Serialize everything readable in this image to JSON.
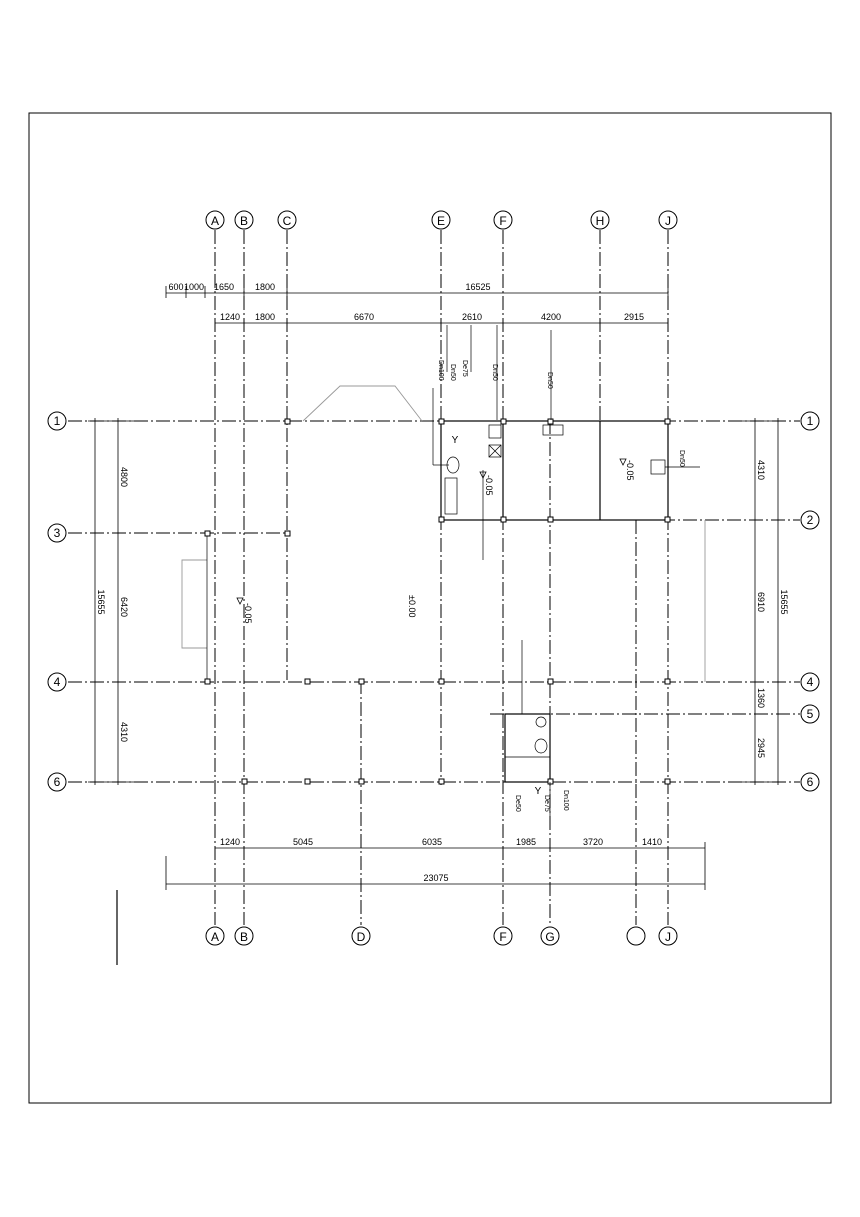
{
  "columns_top": [
    "A",
    "B",
    "C",
    "E",
    "F",
    "H",
    "J"
  ],
  "columns_bottom": [
    "A",
    "B",
    "D",
    "F",
    "G",
    "",
    "J"
  ],
  "rows_left": [
    "1",
    "3",
    "4",
    "6"
  ],
  "rows_right": [
    "1",
    "2",
    "4",
    "5",
    "6"
  ],
  "dims_top_outer": [
    "600",
    "1000",
    "1650",
    "1800",
    "16525"
  ],
  "dims_top_inner": [
    "1240",
    "1800",
    "6670",
    "2610",
    "4200",
    "2915"
  ],
  "dims_bottom_inner": [
    "1240",
    "5045",
    "6035",
    "1985",
    "3720",
    "1410"
  ],
  "dims_bottom_total": "23075",
  "dims_left": [
    "4800",
    "6420",
    "4310"
  ],
  "dims_left_total": "15655",
  "dims_right": [
    "4310",
    "6910",
    "1360",
    "2945"
  ],
  "dims_right_total": "15655",
  "elevations": [
    "-0.05",
    "±0.00",
    "-0.05",
    "-0.05"
  ],
  "pipe_labels_top": [
    "Dn100",
    "De75",
    "Dn50",
    "Dn50",
    "Dn50"
  ],
  "pipe_labels_right": [
    "Dn50"
  ],
  "pipe_labels_bottom": [
    "De50",
    "De75",
    "Dn100"
  ]
}
